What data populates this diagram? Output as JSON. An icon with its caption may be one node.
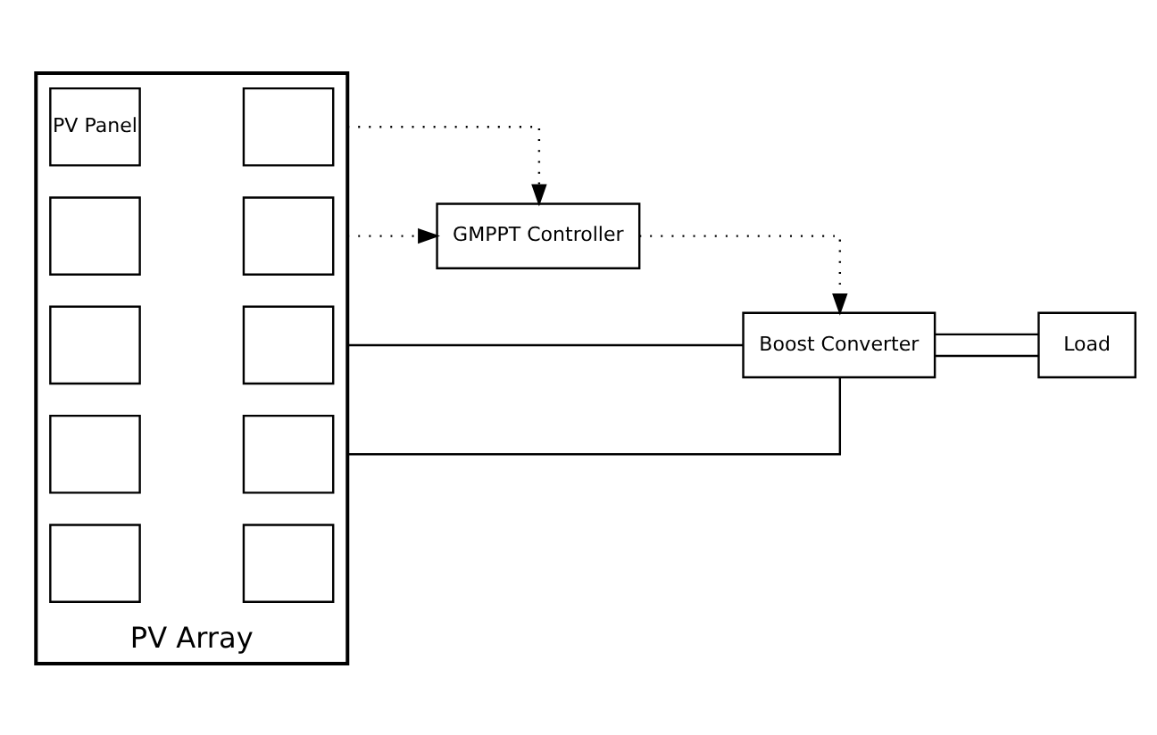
{
  "diagram": {
    "nodes": [
      {
        "text": [
          "PV Array"
        ]
      },
      {
        "text": [
          "PV Panel"
        ],
        "in": 0
      },
      {
        "text": [],
        "shape": "box",
        "in": 0
      },
      {
        "text": [],
        "shape": "box",
        "in": 0
      },
      {
        "text": [],
        "shape": "box",
        "in": 0
      },
      {
        "text": [],
        "shape": "box",
        "in": 0
      },
      {
        "text": [],
        "shape": "box",
        "in": 0
      },
      {
        "text": [],
        "shape": "box",
        "in": 0
      },
      {
        "text": [],
        "shape": "box",
        "in": 0
      },
      {
        "text": [],
        "shape": "box",
        "in": 0
      },
      {
        "text": [],
        "shape": "box",
        "in": 0
      },
      {
        "text": [
          "GMPPT Controller"
        ]
      },
      {
        "text": [
          "Boost Converter"
        ]
      },
      {
        "text": [
          "Load"
        ]
      }
    ],
    "edges": [
      {
        "from": 0,
        "to": 11,
        "arrow": "to",
        "style": "dashed"
      },
      {
        "from": 0,
        "to": 11,
        "arrow": "to",
        "style": "dashed"
      },
      {
        "from": 11,
        "to": 12,
        "arrow": "to",
        "style": "dashed"
      },
      {
        "from": 0,
        "to": 12,
        "arrow": "none"
      },
      {
        "from": 0,
        "to": 12,
        "arrow": "none"
      },
      {
        "from": 12,
        "to": 13,
        "arrow": "none"
      },
      {
        "from": 12,
        "to": 13,
        "arrow": "none"
      }
    ]
  }
}
